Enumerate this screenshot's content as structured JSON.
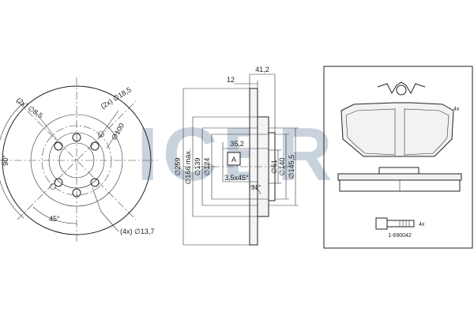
{
  "watermark": {
    "text": "ICER",
    "color": "#c9d3de"
  },
  "disc_front": {
    "angle_90": "90°",
    "angle_45": "45°",
    "holes_small": "(2x) ∅8,5",
    "holes_medium": "(2x) ∅18,5",
    "pcd": "∅100",
    "bolt_holes": "(4x) ∅13,7"
  },
  "disc_section": {
    "width_12": "12",
    "width_41": "41,2",
    "dia_259": "∅259",
    "dia_166": "∅166 máx.",
    "dia_139": "∅139",
    "dia_124": "∅124",
    "dim_35": "35,2",
    "mark_a": "A",
    "dia_61": "∅61",
    "dia_140": "∅140",
    "dia_145": "∅145,5",
    "chamfer": "3,5x45°",
    "angle_31": "31°"
  },
  "pads": {
    "qty_pads": "4x",
    "qty_bolts": "4x",
    "bolt_ref": "1-690042"
  }
}
